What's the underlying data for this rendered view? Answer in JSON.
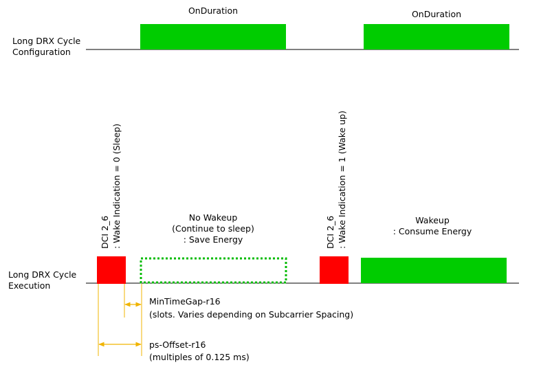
{
  "rows": {
    "configuration": {
      "line1": "Long DRX Cycle",
      "line2": "Configuration"
    },
    "execution": {
      "line1": "Long DRX Cycle",
      "line2": "Execution"
    }
  },
  "on_durations": [
    {
      "label": "OnDuration"
    },
    {
      "label": "OnDuration"
    }
  ],
  "dci_sleep": {
    "line1": "DCI 2_6",
    "line2": ": Wake Indication = 0 (Sleep)"
  },
  "dci_wake": {
    "line1": "DCI 2_6",
    "line2": ": Wake Indication = 1 (Wake up)"
  },
  "no_wakeup": {
    "line1": "No Wakeup",
    "line2": "(Continue to sleep)",
    "line3": ": Save Energy"
  },
  "wakeup": {
    "line1": "Wakeup",
    "line2": ": Consume Energy"
  },
  "min_time_gap": {
    "line1": "MinTimeGap-r16",
    "line2": "(slots. Varies depending on Subcarrier Spacing)"
  },
  "ps_offset": {
    "line1": "ps-Offset-r16",
    "line2": "(multiples of 0.125 ms)"
  },
  "colors": {
    "on_duration": "#00cc00",
    "dci": "#ff0000",
    "no_wakeup_border": "#00bb00",
    "wakeup": "#00cc00",
    "arrow": "#f0b400",
    "timeline": "#000000"
  }
}
